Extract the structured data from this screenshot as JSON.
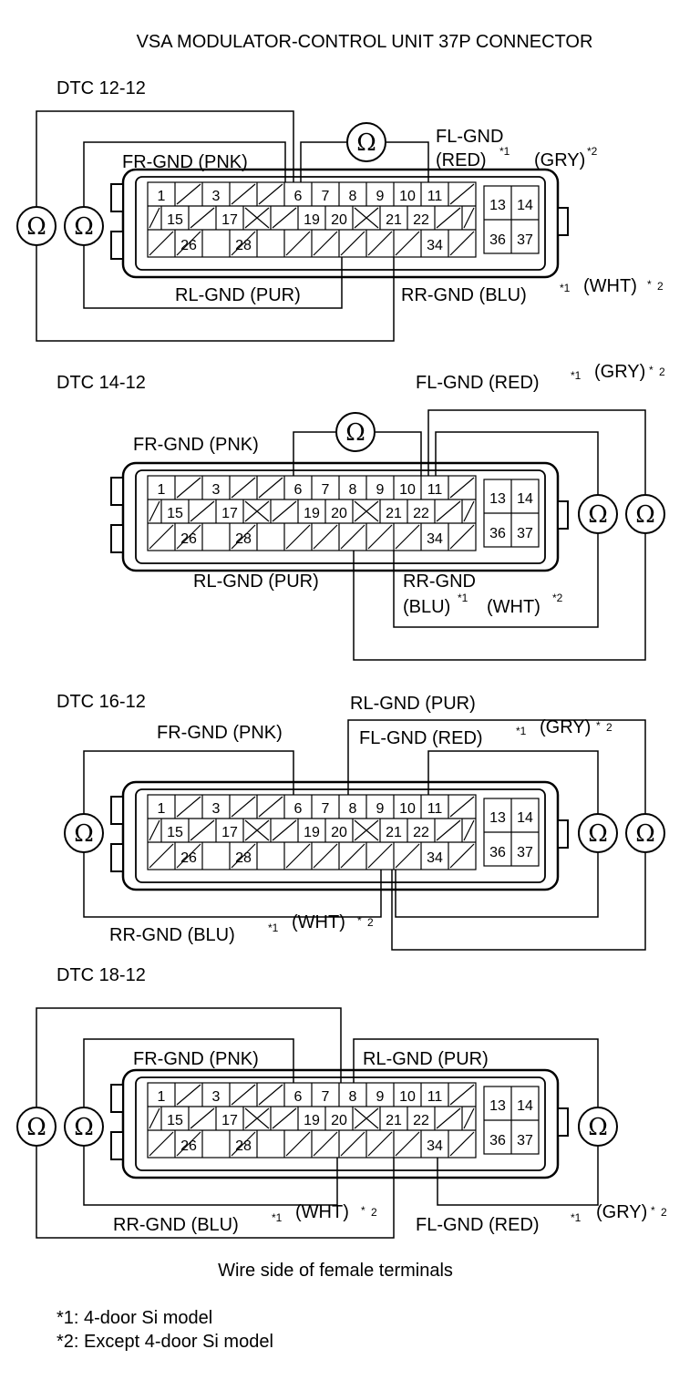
{
  "title": "VSA MODULATOR-CONTROL UNIT 37P CONNECTOR",
  "connector": {
    "row1_labels": {
      "1": "1",
      "3": "3",
      "6": "6",
      "7": "7",
      "8": "8",
      "9": "9",
      "10": "10",
      "11": "11"
    },
    "row2_labels": {
      "15": "15",
      "17": "17",
      "19": "19",
      "20": "20",
      "21": "21",
      "22": "22"
    },
    "row3_labels": {
      "26": "26",
      "28": "28",
      "34": "34"
    },
    "right_labels": {
      "13": "13",
      "14": "14",
      "36": "36",
      "37": "37"
    }
  },
  "ohm_symbol": "Ω",
  "diagrams": [
    {
      "dtc": "DTC 12-12",
      "labels": {
        "fl_gnd": "FL-GND",
        "fl_gnd_colors": "(RED)",
        "fl_gnd_gry": "(GRY)",
        "fr_gnd": "FR-GND (PNK)",
        "rl_gnd": "RL-GND (PUR)",
        "rr_gnd": "RR-GND (BLU)",
        "rr_gnd_wht": "(WHT)"
      }
    },
    {
      "dtc": "DTC 14-12",
      "labels": {
        "fl_gnd": "FL-GND (RED)",
        "fl_gnd_gry": "(GRY)",
        "fr_gnd": "FR-GND (PNK)",
        "rl_gnd": "RL-GND (PUR)",
        "rr_gnd": "RR-GND",
        "rr_gnd_colors": "(BLU)",
        "rr_gnd_wht": "(WHT)"
      }
    },
    {
      "dtc": "DTC 16-12",
      "labels": {
        "rl_gnd": "RL-GND (PUR)",
        "fr_gnd": "FR-GND (PNK)",
        "fl_gnd": "FL-GND (RED)",
        "fl_gnd_gry": "(GRY)",
        "rr_gnd": "RR-GND (BLU)",
        "rr_gnd_wht": "(WHT)"
      }
    },
    {
      "dtc": "DTC 18-12",
      "labels": {
        "fr_gnd": "FR-GND (PNK)",
        "rl_gnd": "RL-GND (PUR)",
        "rr_gnd": "RR-GND (BLU)",
        "rr_gnd_wht": "(WHT)",
        "fl_gnd": "FL-GND (RED)",
        "fl_gnd_gry": "(GRY)"
      }
    }
  ],
  "footnote_marks": {
    "star1": "*1",
    "star2": "*2",
    "star_sub": "*",
    "sub2": "2"
  },
  "caption": "Wire side of female terminals",
  "notes": [
    "*1: 4-door Si model",
    "*2: Except 4-door Si model"
  ]
}
